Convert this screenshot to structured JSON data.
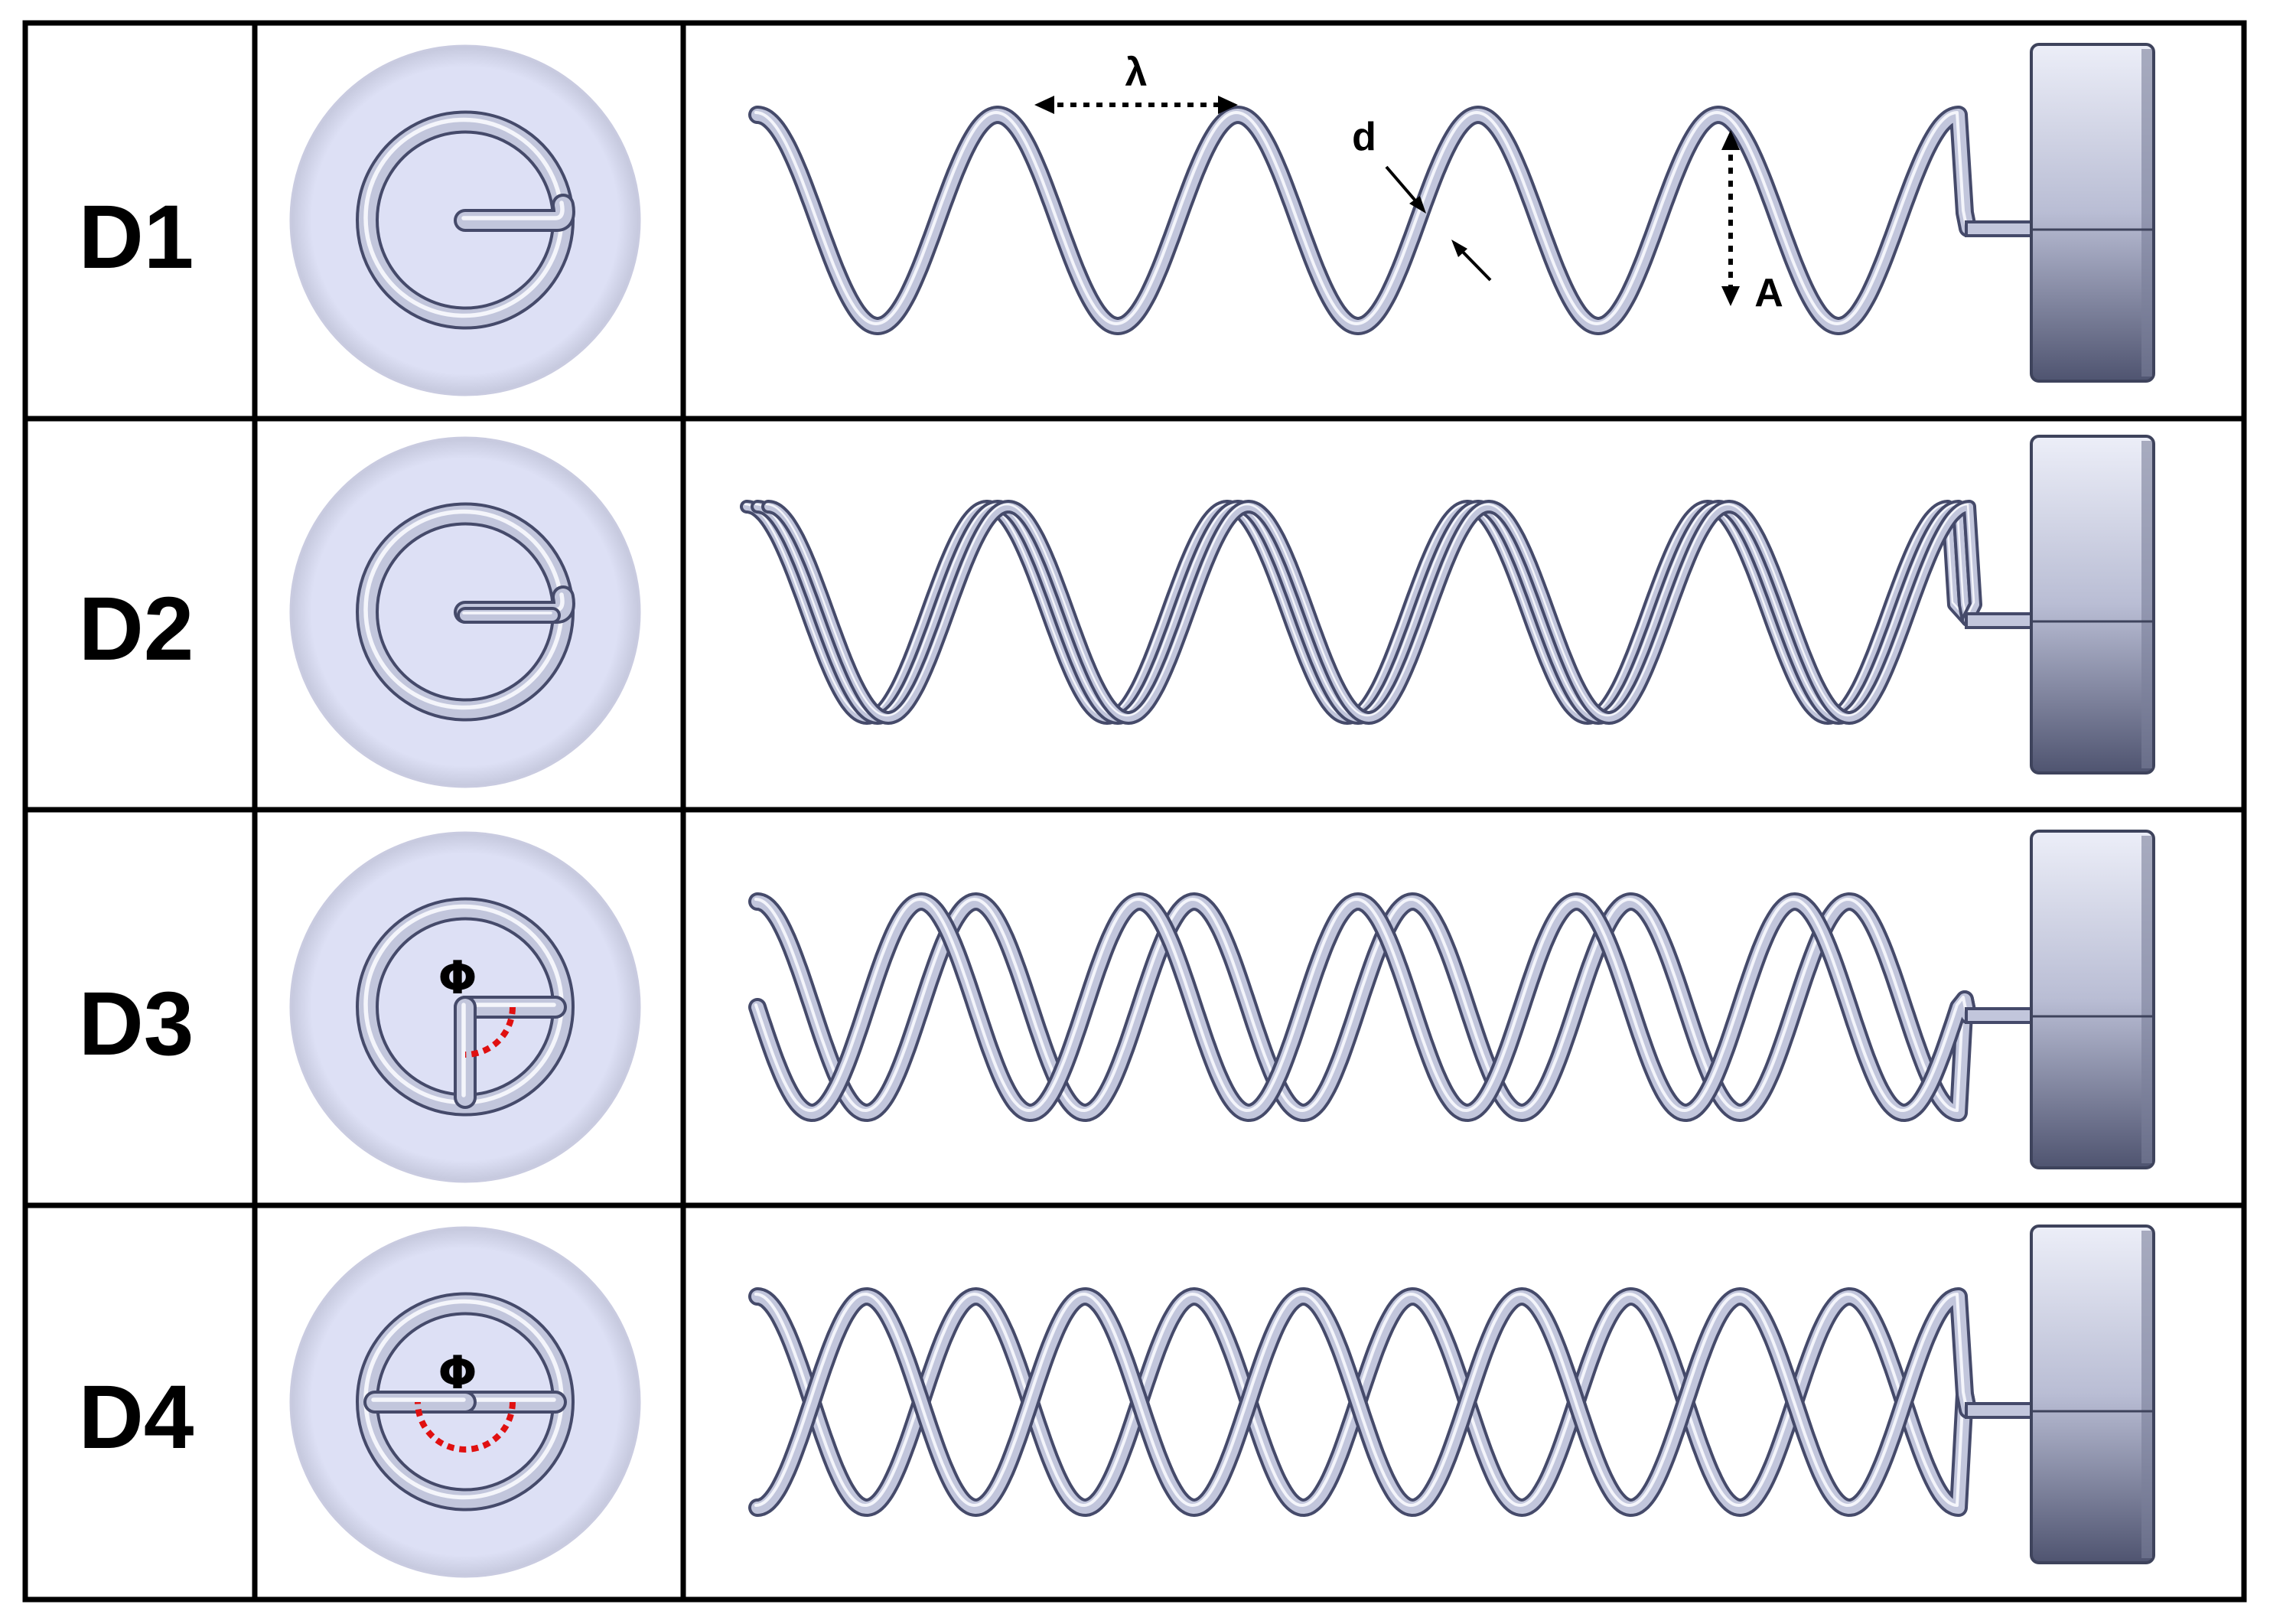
{
  "rows": [
    {
      "label": "D1",
      "strands": 1,
      "phase_deg": 0,
      "loops": 5,
      "phase_marker": ""
    },
    {
      "label": "D2",
      "strands": 3,
      "phase_deg": 0,
      "loops": 5,
      "phase_marker": ""
    },
    {
      "label": "D3",
      "strands": 2,
      "phase_deg": 90,
      "loops": 5.5,
      "phase_marker": "Φ"
    },
    {
      "label": "D4",
      "strands": 2,
      "phase_deg": 180,
      "loops": 5.5,
      "phase_marker": "Φ"
    }
  ],
  "annotations": {
    "wavelength": "λ",
    "diameter": "d",
    "amplitude": "A"
  },
  "colors": {
    "disc_fill": "#dde0f5",
    "coil_dark": "#454a6a",
    "coil_light": "#c2c6dc",
    "motor_dark": "#555a75",
    "motor_light": "#e4e6f3",
    "phase_arc": "#e01010",
    "grid_line": "#000000"
  }
}
